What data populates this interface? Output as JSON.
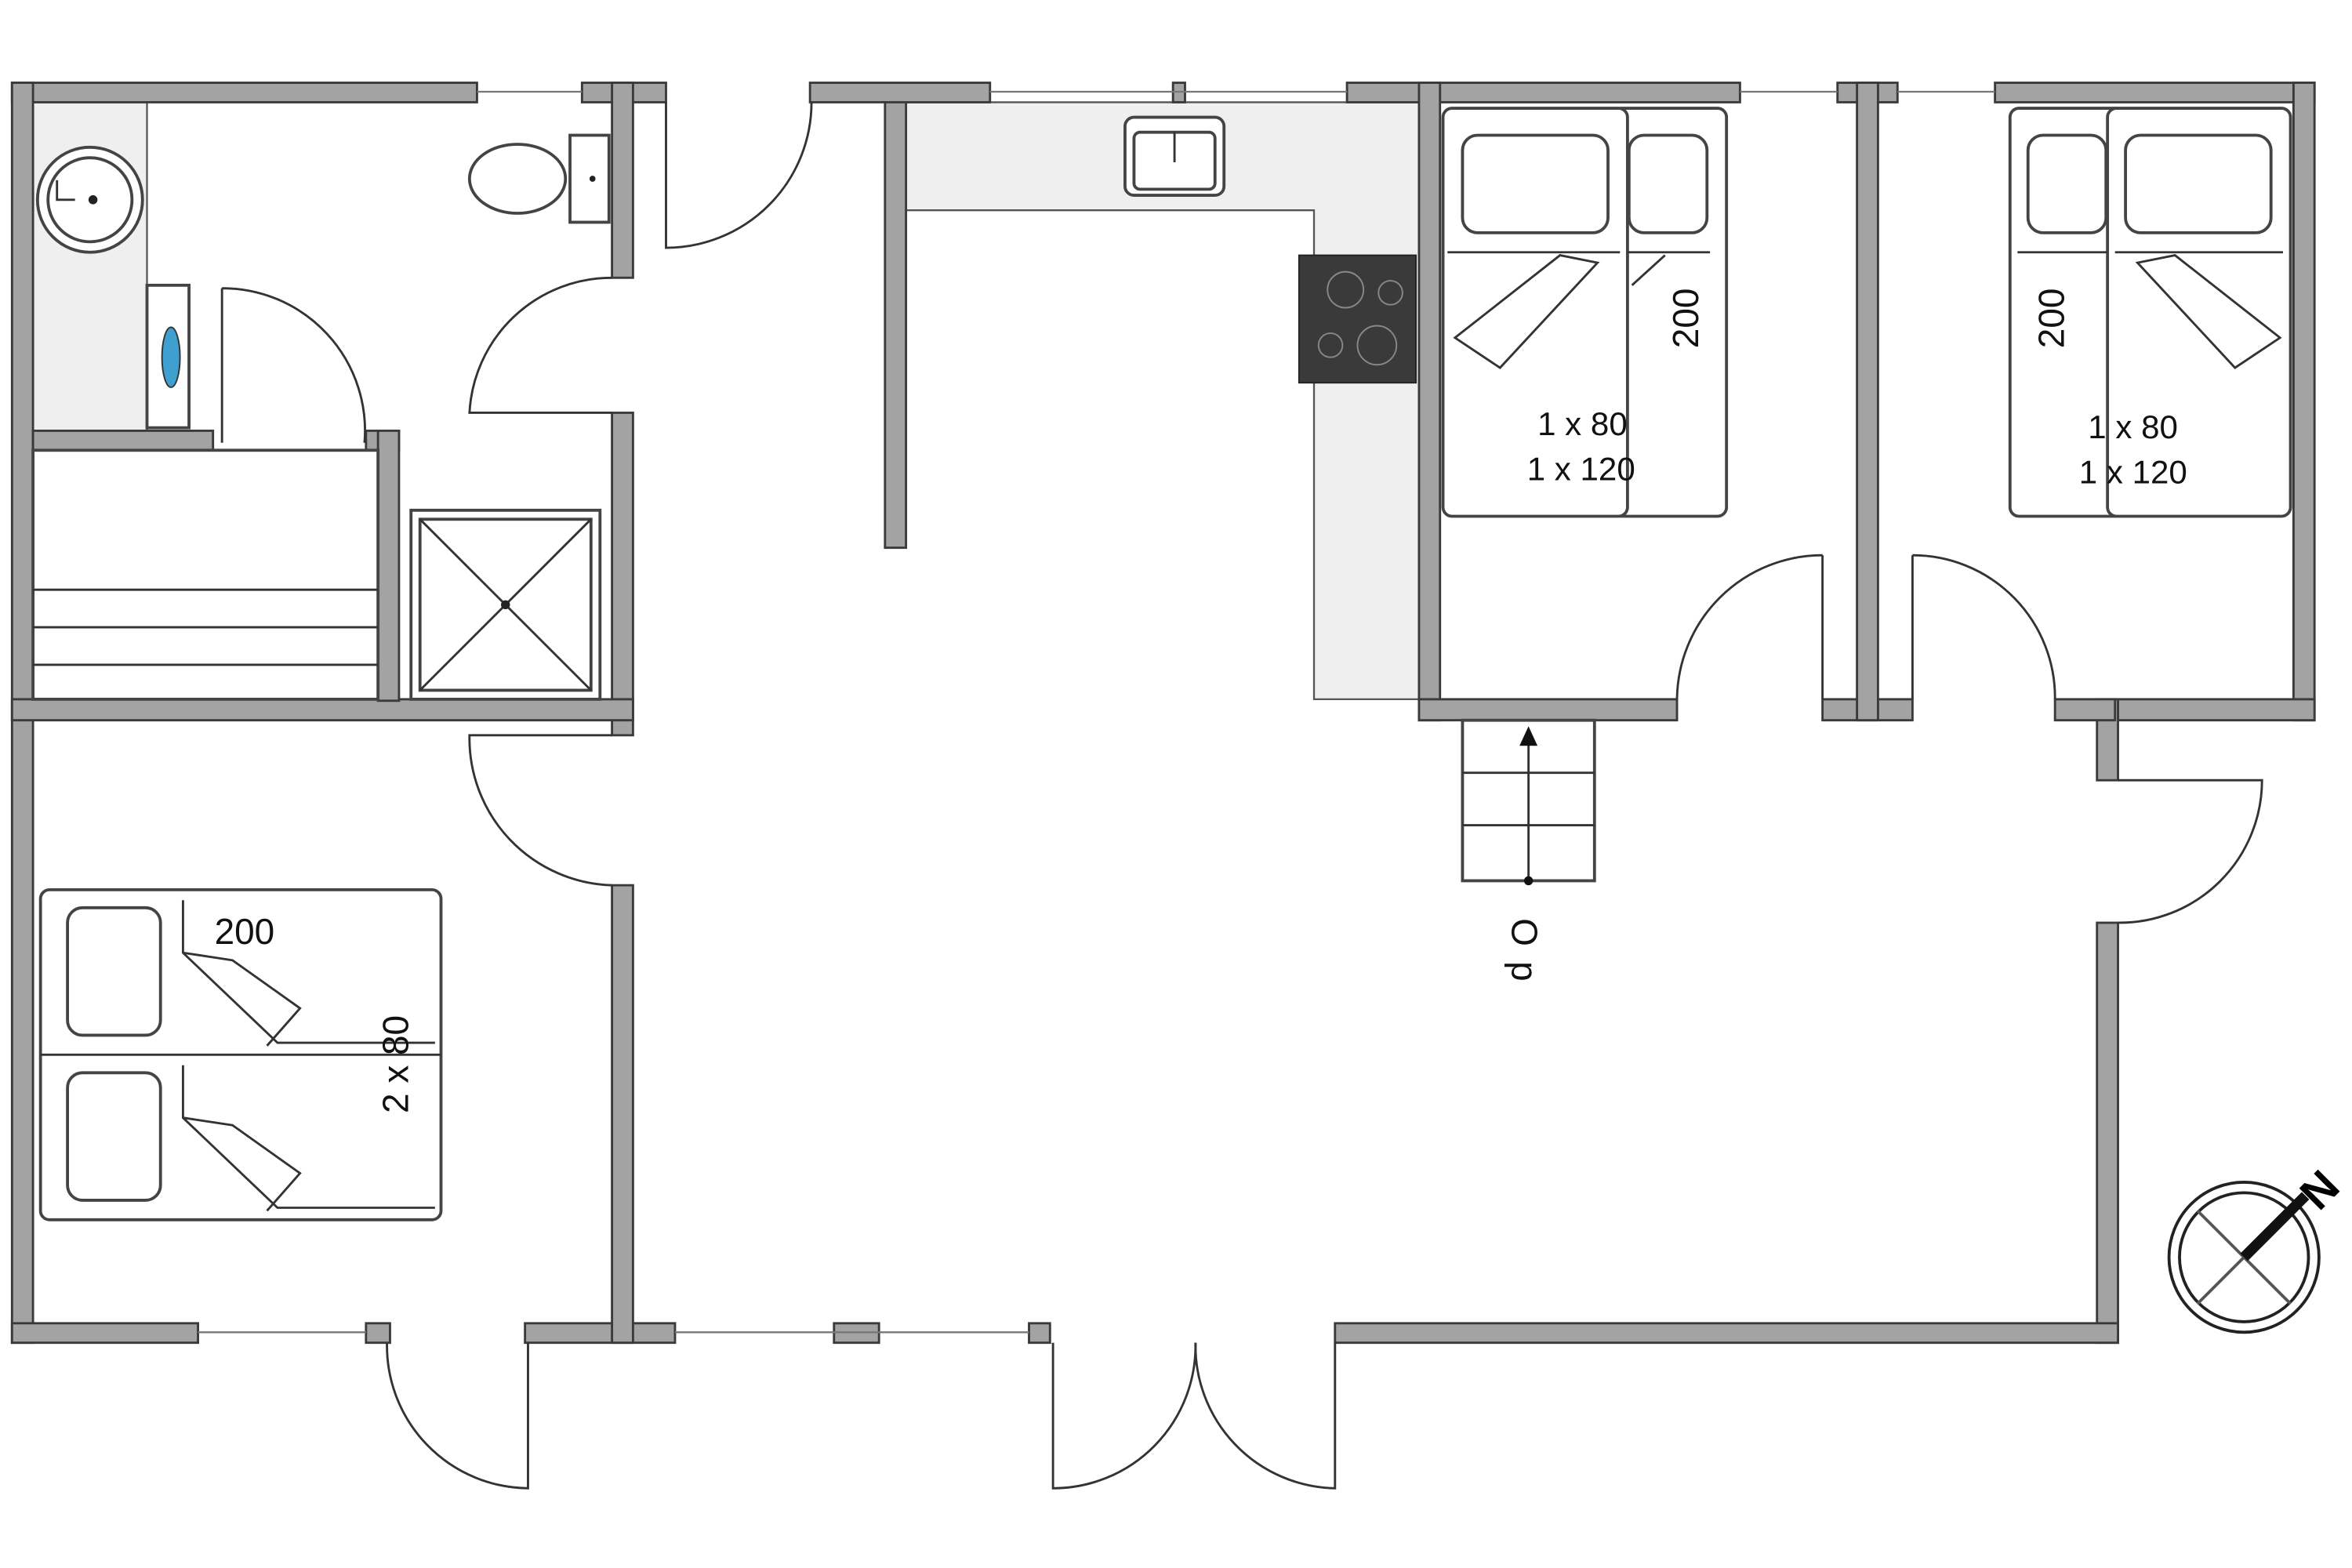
{
  "plan": {
    "living_bedroom_bed": {
      "length": "200",
      "size": "2 x 80"
    },
    "bedroom_1": {
      "length": "200",
      "size_a": "1 x 80",
      "size_b": "1 x 120"
    },
    "bedroom_2": {
      "length": "200",
      "size_a": "1 x 80",
      "size_b": "1 x 120"
    },
    "stairs_label": "Op",
    "compass_label": "N"
  },
  "colors": {
    "wall": "#a3a3a3",
    "outline": "#3a3a3a",
    "counter": "#efefef",
    "stove": "#3a3a3a",
    "washer_accent": "#3fa0d0"
  }
}
